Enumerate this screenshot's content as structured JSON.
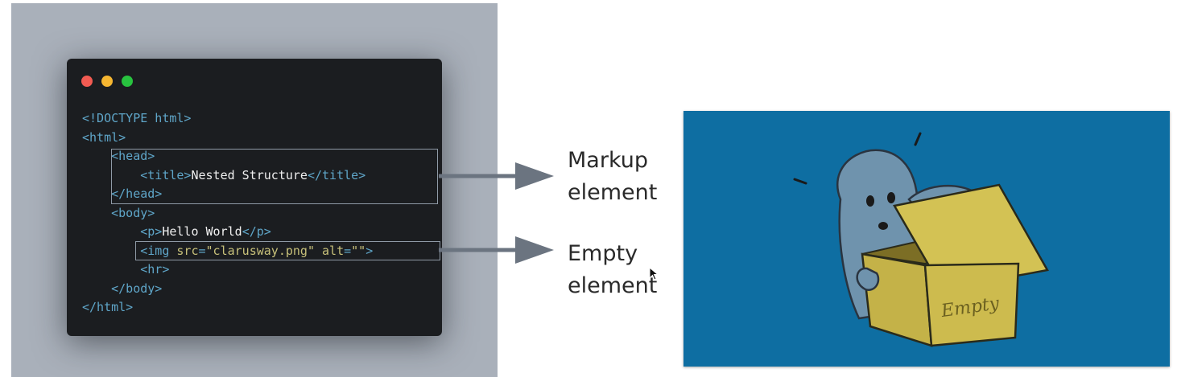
{
  "code": {
    "window_dots": [
      "red",
      "yellow",
      "green"
    ],
    "lines": [
      [
        {
          "t": "<!DOCTYPE html>",
          "c": "tag"
        }
      ],
      [
        {
          "t": "<html>",
          "c": "tag"
        }
      ],
      [
        {
          "t": "    <head>",
          "c": "tag"
        }
      ],
      [
        {
          "t": "        <title>",
          "c": "tag"
        },
        {
          "t": "Nested Structure",
          "c": "txt"
        },
        {
          "t": "</title>",
          "c": "tag"
        }
      ],
      [
        {
          "t": "    </head>",
          "c": "tag"
        }
      ],
      [
        {
          "t": "    <body>",
          "c": "tag"
        }
      ],
      [
        {
          "t": "        <p>",
          "c": "tag"
        },
        {
          "t": "Hello World",
          "c": "txt"
        },
        {
          "t": "</p>",
          "c": "tag"
        }
      ],
      [
        {
          "t": "        <img ",
          "c": "tag"
        },
        {
          "t": "src",
          "c": "attr"
        },
        {
          "t": "=",
          "c": "tag"
        },
        {
          "t": "\"clarusway.png\"",
          "c": "str"
        },
        {
          "t": " ",
          "c": "tag"
        },
        {
          "t": "alt",
          "c": "attr"
        },
        {
          "t": "=",
          "c": "tag"
        },
        {
          "t": "\"\"",
          "c": "str"
        },
        {
          "t": ">",
          "c": "tag"
        }
      ],
      [
        {
          "t": "        <hr>",
          "c": "tag"
        }
      ],
      [
        {
          "t": "    </body>",
          "c": "tag"
        }
      ],
      [
        {
          "t": "</html>",
          "c": "tag"
        }
      ]
    ]
  },
  "labels": {
    "markup_line1": "Markup",
    "markup_line2": "element",
    "empty_line1": "Empty",
    "empty_line2": "element"
  },
  "illustration": {
    "box_text": "Empty",
    "background_color": "#0e6ea2",
    "box_color": "#c9b84a",
    "creature_color": "#6f93ad"
  },
  "colors": {
    "tag": "#5fa6c9",
    "attr": "#c7c07a",
    "text": "#f0f0f0",
    "arrow": "#6b7480"
  }
}
